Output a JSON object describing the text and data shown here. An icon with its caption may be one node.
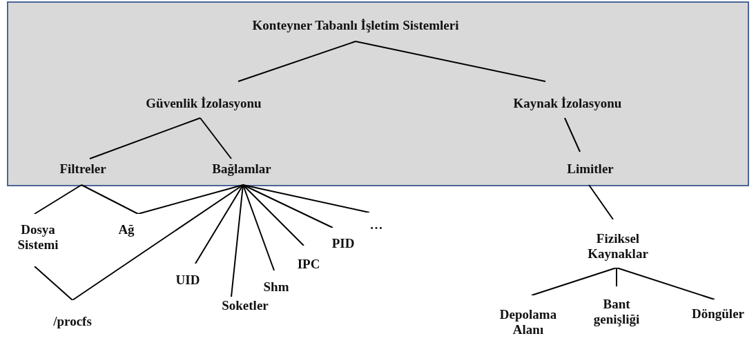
{
  "diagram": {
    "nodes": [
      {
        "text": [],
        "shape": "box"
      },
      {
        "text": [
          "Konteyner Tabanlı İşletim Sistemleri"
        ],
        "in": 0
      },
      {
        "text": [
          "Güvenlik İzolasyonu"
        ],
        "in": 0
      },
      {
        "text": [
          "Kaynak İzolasyonu"
        ],
        "in": 0
      },
      {
        "text": [
          "Filtreler"
        ],
        "in": 0
      },
      {
        "text": [
          "Bağlamlar"
        ],
        "in": 0
      },
      {
        "text": [
          "Limitler"
        ],
        "in": 0
      },
      {
        "text": [
          "Dosya Sistemi"
        ]
      },
      {
        "text": [
          "Ağ"
        ]
      },
      {
        "text": [
          "…"
        ]
      },
      {
        "text": [
          "PID"
        ]
      },
      {
        "text": [
          "IPC"
        ]
      },
      {
        "text": [
          "Shm"
        ]
      },
      {
        "text": [
          "UID"
        ]
      },
      {
        "text": [
          "Fiziksel Kaynaklar"
        ]
      },
      {
        "text": [
          "Soketler"
        ]
      },
      {
        "text": [
          "/procfs"
        ]
      },
      {
        "text": [
          "Depolama Alanı"
        ]
      },
      {
        "text": [
          "Bant genişliği"
        ]
      },
      {
        "text": [
          "Döngüler"
        ]
      }
    ],
    "edges": [
      {
        "from": 1,
        "to": 2,
        "arrow": "none"
      },
      {
        "from": 1,
        "to": 3,
        "arrow": "none"
      },
      {
        "from": 2,
        "to": 4,
        "arrow": "none"
      },
      {
        "from": 2,
        "to": 5,
        "arrow": "none"
      },
      {
        "from": 3,
        "to": 6,
        "arrow": "none"
      },
      {
        "from": 6,
        "to": 14,
        "arrow": "none"
      },
      {
        "from": 4,
        "to": 7,
        "arrow": "none"
      },
      {
        "from": 4,
        "to": 8,
        "arrow": "none"
      },
      {
        "from": 5,
        "to": 8,
        "arrow": "none"
      },
      {
        "from": 5,
        "to": 13,
        "arrow": "none"
      },
      {
        "from": 5,
        "to": 15,
        "arrow": "none"
      },
      {
        "from": 5,
        "to": 12,
        "arrow": "none"
      },
      {
        "from": 5,
        "to": 11,
        "arrow": "none"
      },
      {
        "from": 5,
        "to": 10,
        "arrow": "none"
      },
      {
        "from": 5,
        "to": 9,
        "arrow": "none"
      },
      {
        "from": 5,
        "to": 16,
        "arrow": "none"
      },
      {
        "from": 7,
        "to": 16,
        "arrow": "none"
      },
      {
        "from": 14,
        "to": 17,
        "arrow": "none"
      },
      {
        "from": 14,
        "to": 18,
        "arrow": "none"
      },
      {
        "from": 14,
        "to": 19,
        "arrow": "none"
      }
    ]
  }
}
